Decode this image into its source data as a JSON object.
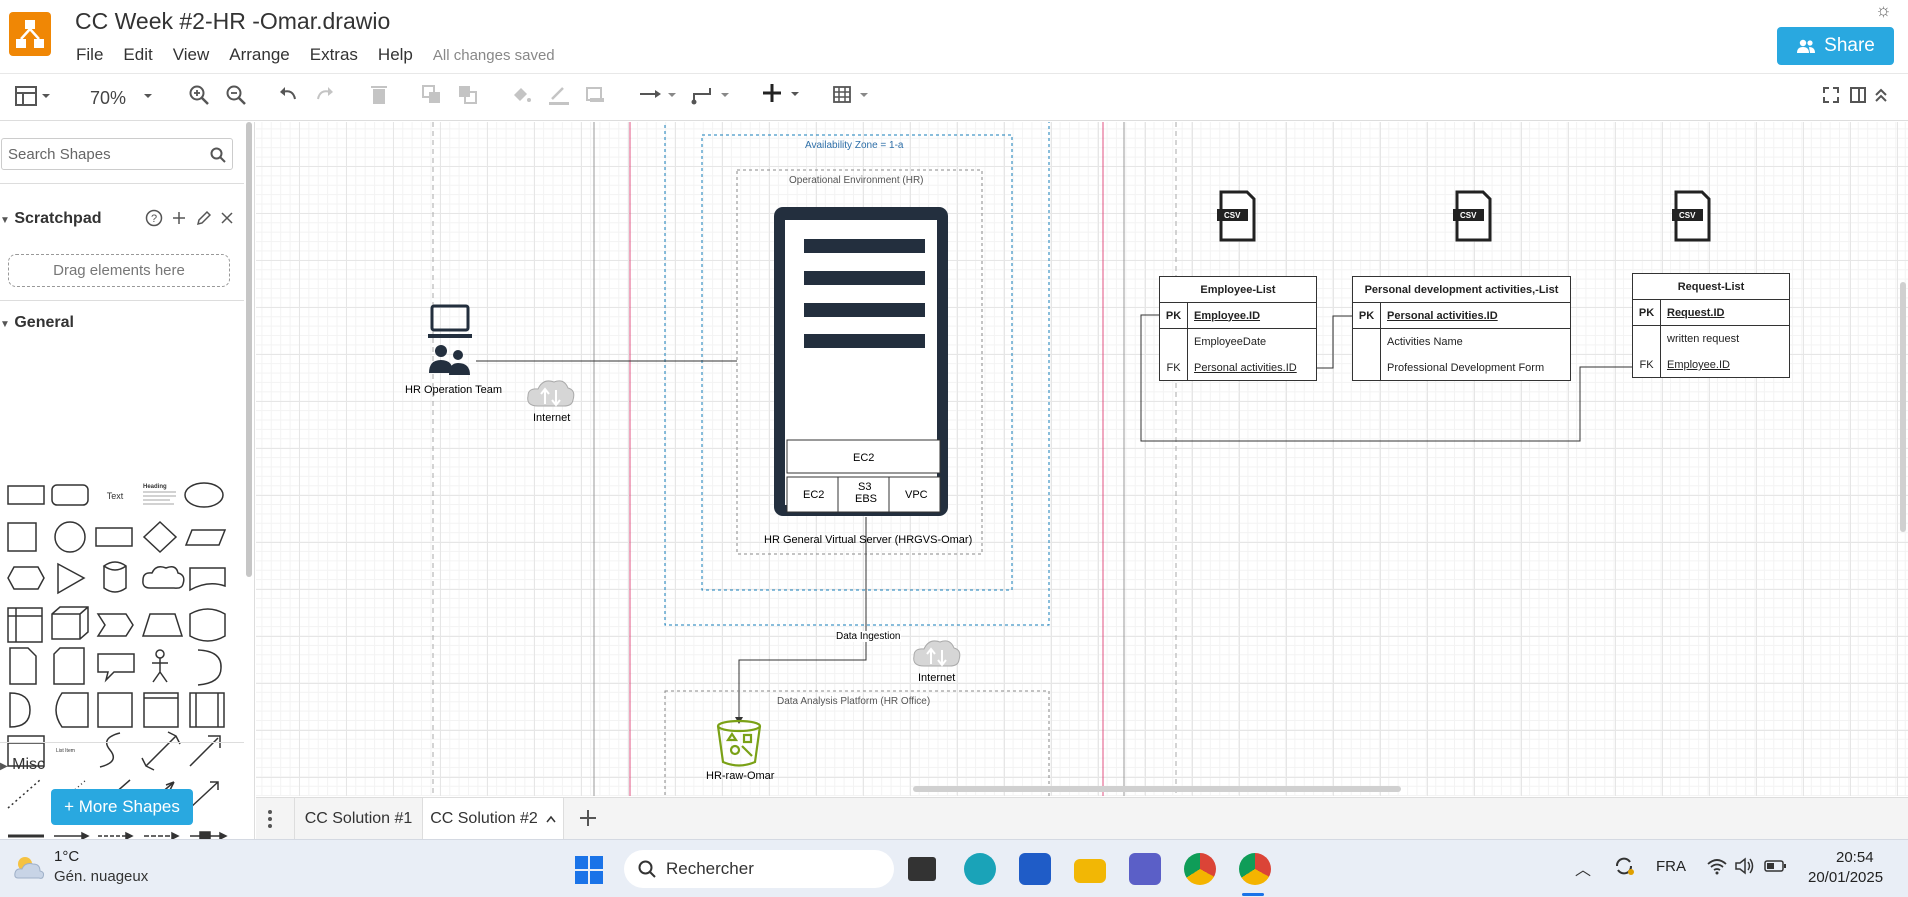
{
  "app": {
    "title": "CC Week #2-HR -Omar.drawio",
    "menu": [
      "File",
      "Edit",
      "View",
      "Arrange",
      "Extras",
      "Help"
    ],
    "save_status": "All changes saved",
    "share_label": "Share"
  },
  "toolbar": {
    "zoom": "70%"
  },
  "sidebar": {
    "search_placeholder": "Search Shapes",
    "scratchpad_title": "Scratchpad",
    "drag_hint": "Drag elements here",
    "general_title": "General",
    "misc_title": "Misc",
    "shape_text_label": "Text",
    "shape_heading_label": "Heading",
    "shape_listitem_label": "List Item",
    "more_shapes_label": "+ More Shapes"
  },
  "diagram": {
    "az_label": "Availability Zone  = 1-a",
    "op_env_label": "Operational Environment (HR)",
    "server_label": "HR General Virtual Server (HRGVS-Omar)",
    "ec2_top": "EC2",
    "ec2_bottom": "EC2",
    "s3_label": "S3",
    "ebs_label": "EBS",
    "vpc_label": "VPC",
    "hr_team_label": "HR Operation Team",
    "internet_1": "Internet",
    "internet_2": "Internet",
    "data_ingestion": "Data Ingestion",
    "platform_label": "Data Analysis Platform (HR Office)",
    "bucket_label": "HR-raw-Omar",
    "csv_badge": "CSV",
    "tables": [
      {
        "title": "Employee-List",
        "rows": [
          {
            "key": "PK",
            "field": "Employee.ID"
          },
          {
            "key": "",
            "field": "EmployeeDate"
          },
          {
            "key": "FK",
            "field": "Personal activities.ID"
          }
        ]
      },
      {
        "title": "Personal development activities,-List",
        "rows": [
          {
            "key": "PK",
            "field": "Personal activities.ID"
          },
          {
            "key": "",
            "field": "Activities Name"
          },
          {
            "key": "",
            "field": "Professional Development Form"
          }
        ]
      },
      {
        "title": "Request-List",
        "rows": [
          {
            "key": "PK",
            "field": "Request.ID"
          },
          {
            "key": "",
            "field": "written request"
          },
          {
            "key": "FK",
            "field": "Employee.ID"
          }
        ]
      }
    ]
  },
  "tabs": {
    "tab1": "CC Solution #1",
    "tab2": "CC Solution #2"
  },
  "taskbar": {
    "weather_temp": "1°C",
    "weather_desc": "Gén. nuageux",
    "search_label": "Rechercher",
    "language": "FRA",
    "time": "20:54",
    "date": "20/01/2025"
  },
  "colors": {
    "accent": "#29a8e0",
    "logo": "#f08705",
    "server": "#232f3e",
    "bucket": "#7aa116",
    "zone_border": "#147eba"
  }
}
